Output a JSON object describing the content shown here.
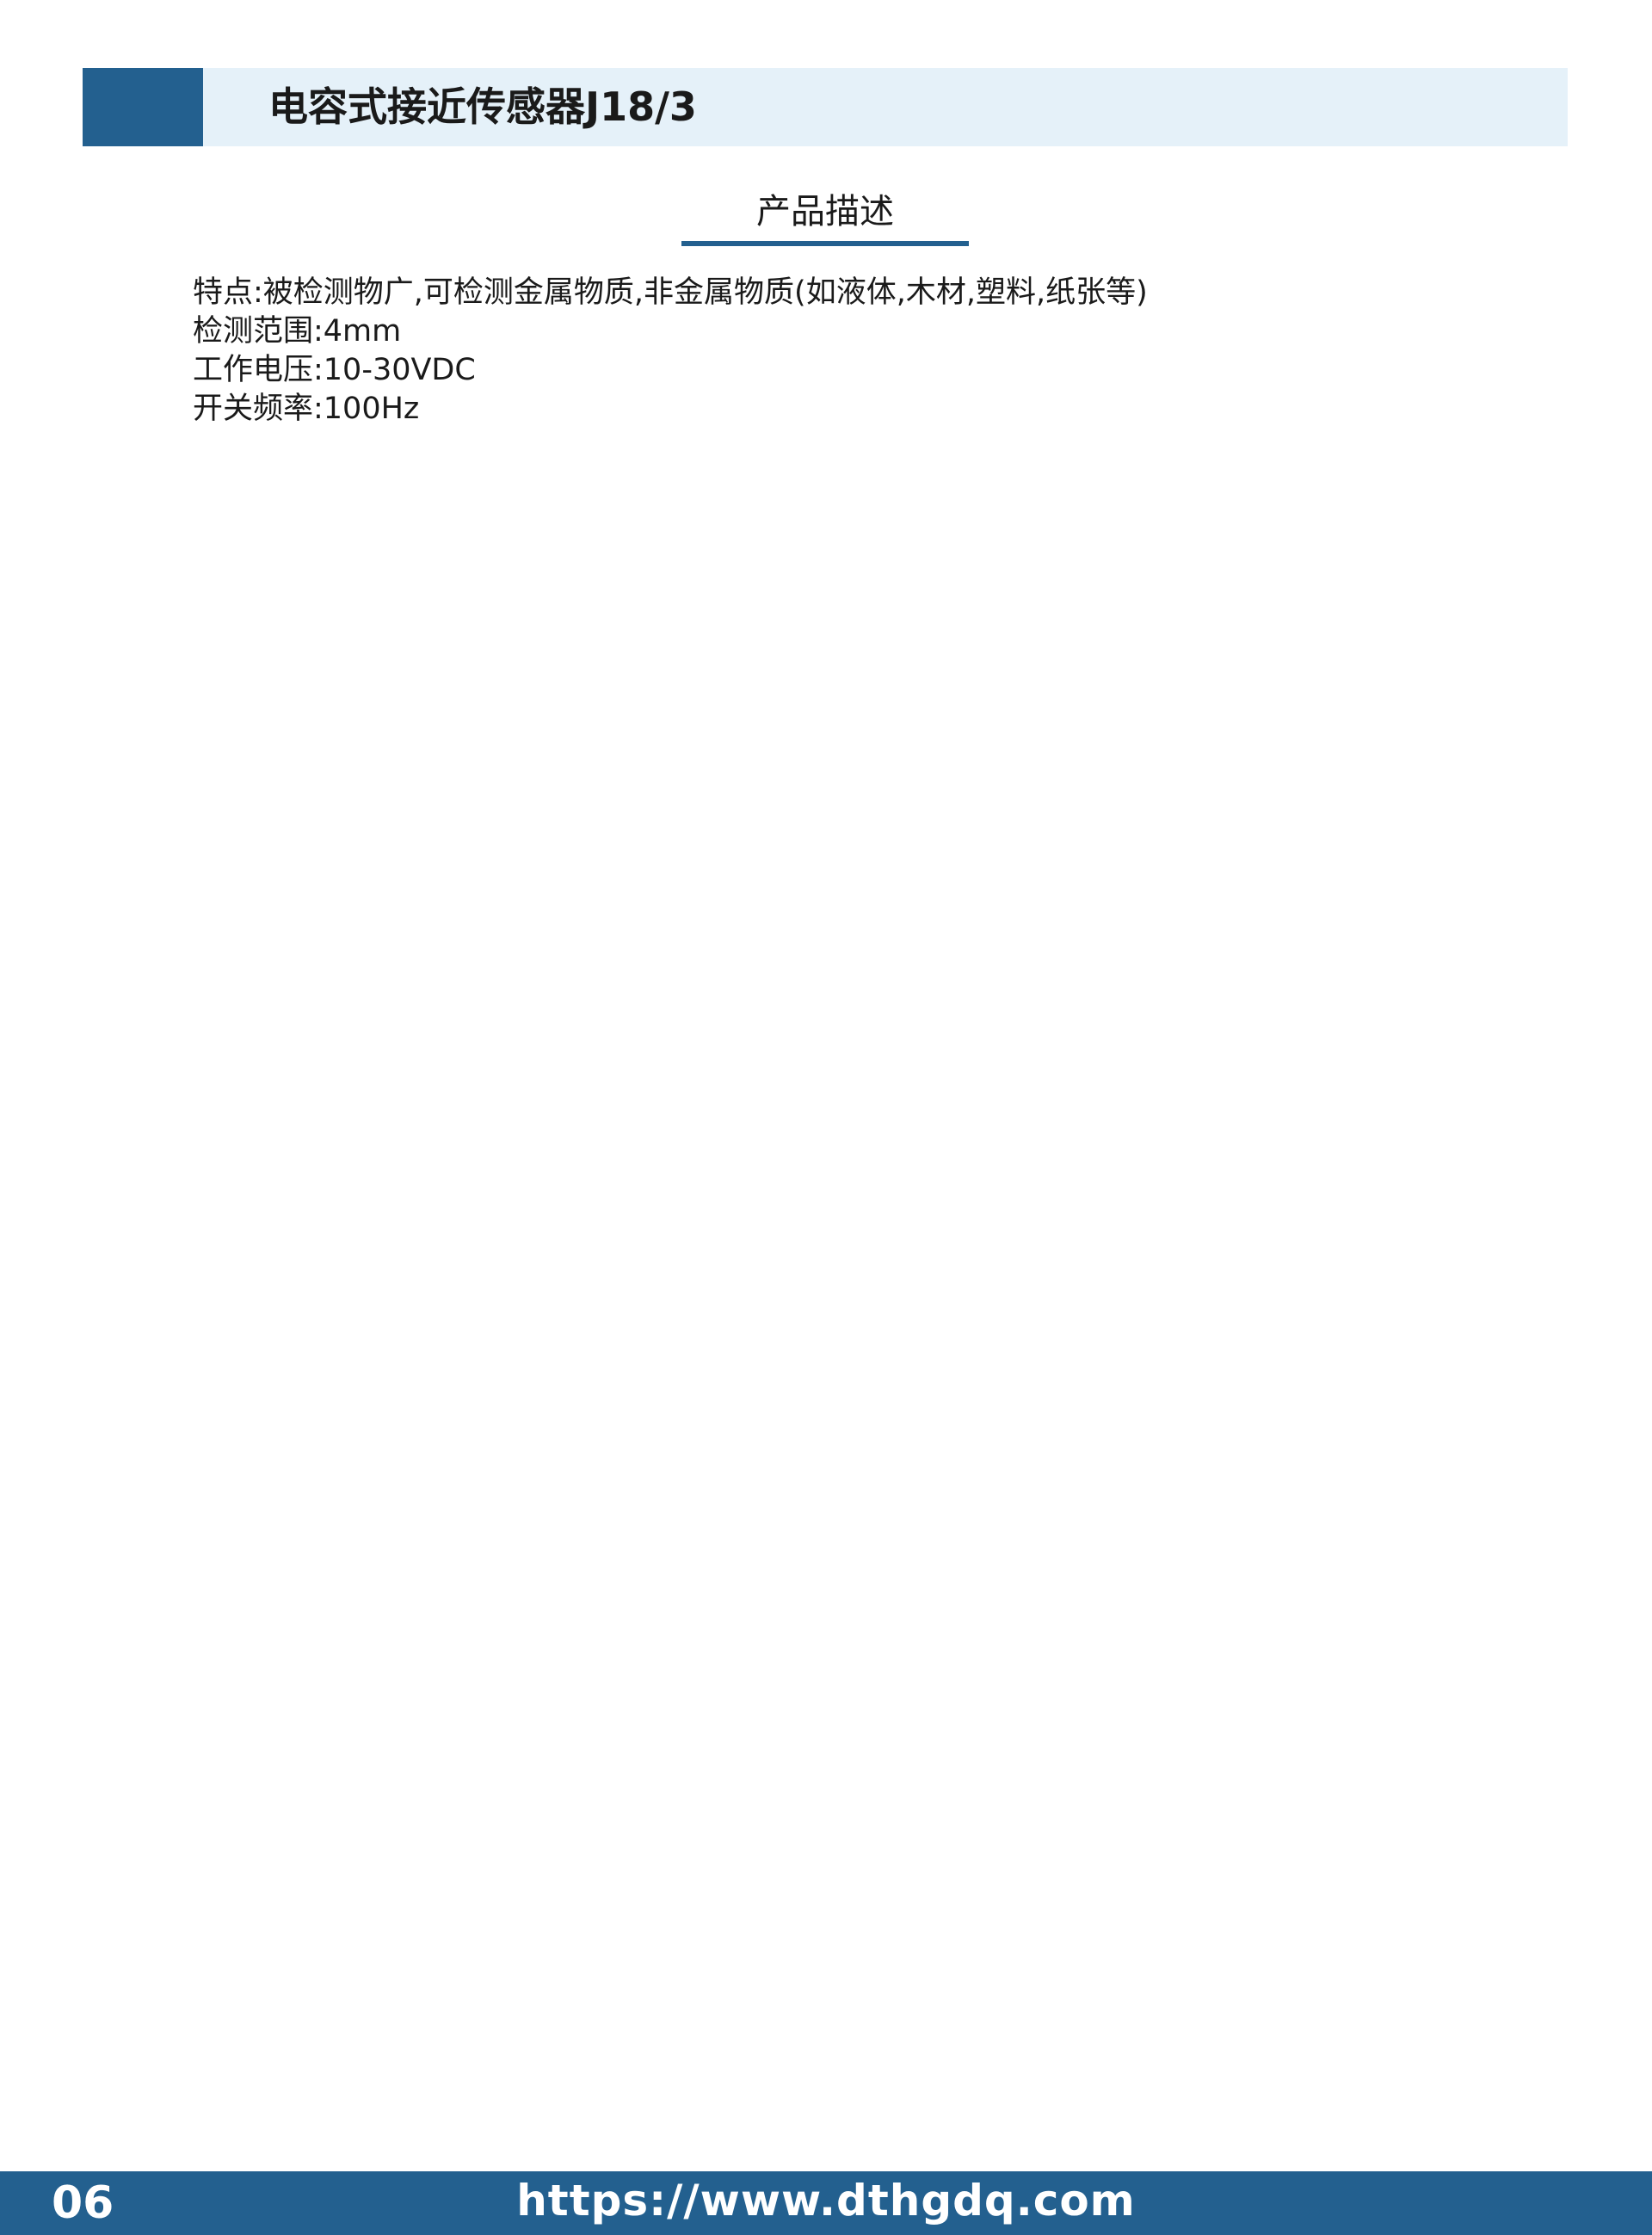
{
  "header": {
    "title": "电容式接近传感器J18/3"
  },
  "section": {
    "title": "产品描述"
  },
  "description": {
    "lines": [
      "特点:被检测物广,可检测金属物质,非金属物质(如液体,木材,塑料,纸张等)",
      "检测范围:4mm",
      "工作电压:10-30VDC",
      "开关频率:100Hz"
    ]
  },
  "footer": {
    "page_number": "06",
    "url": "https://www.dthgdq.com"
  },
  "colors": {
    "accent": "#23608f",
    "header_background": "#e5f1f9"
  }
}
